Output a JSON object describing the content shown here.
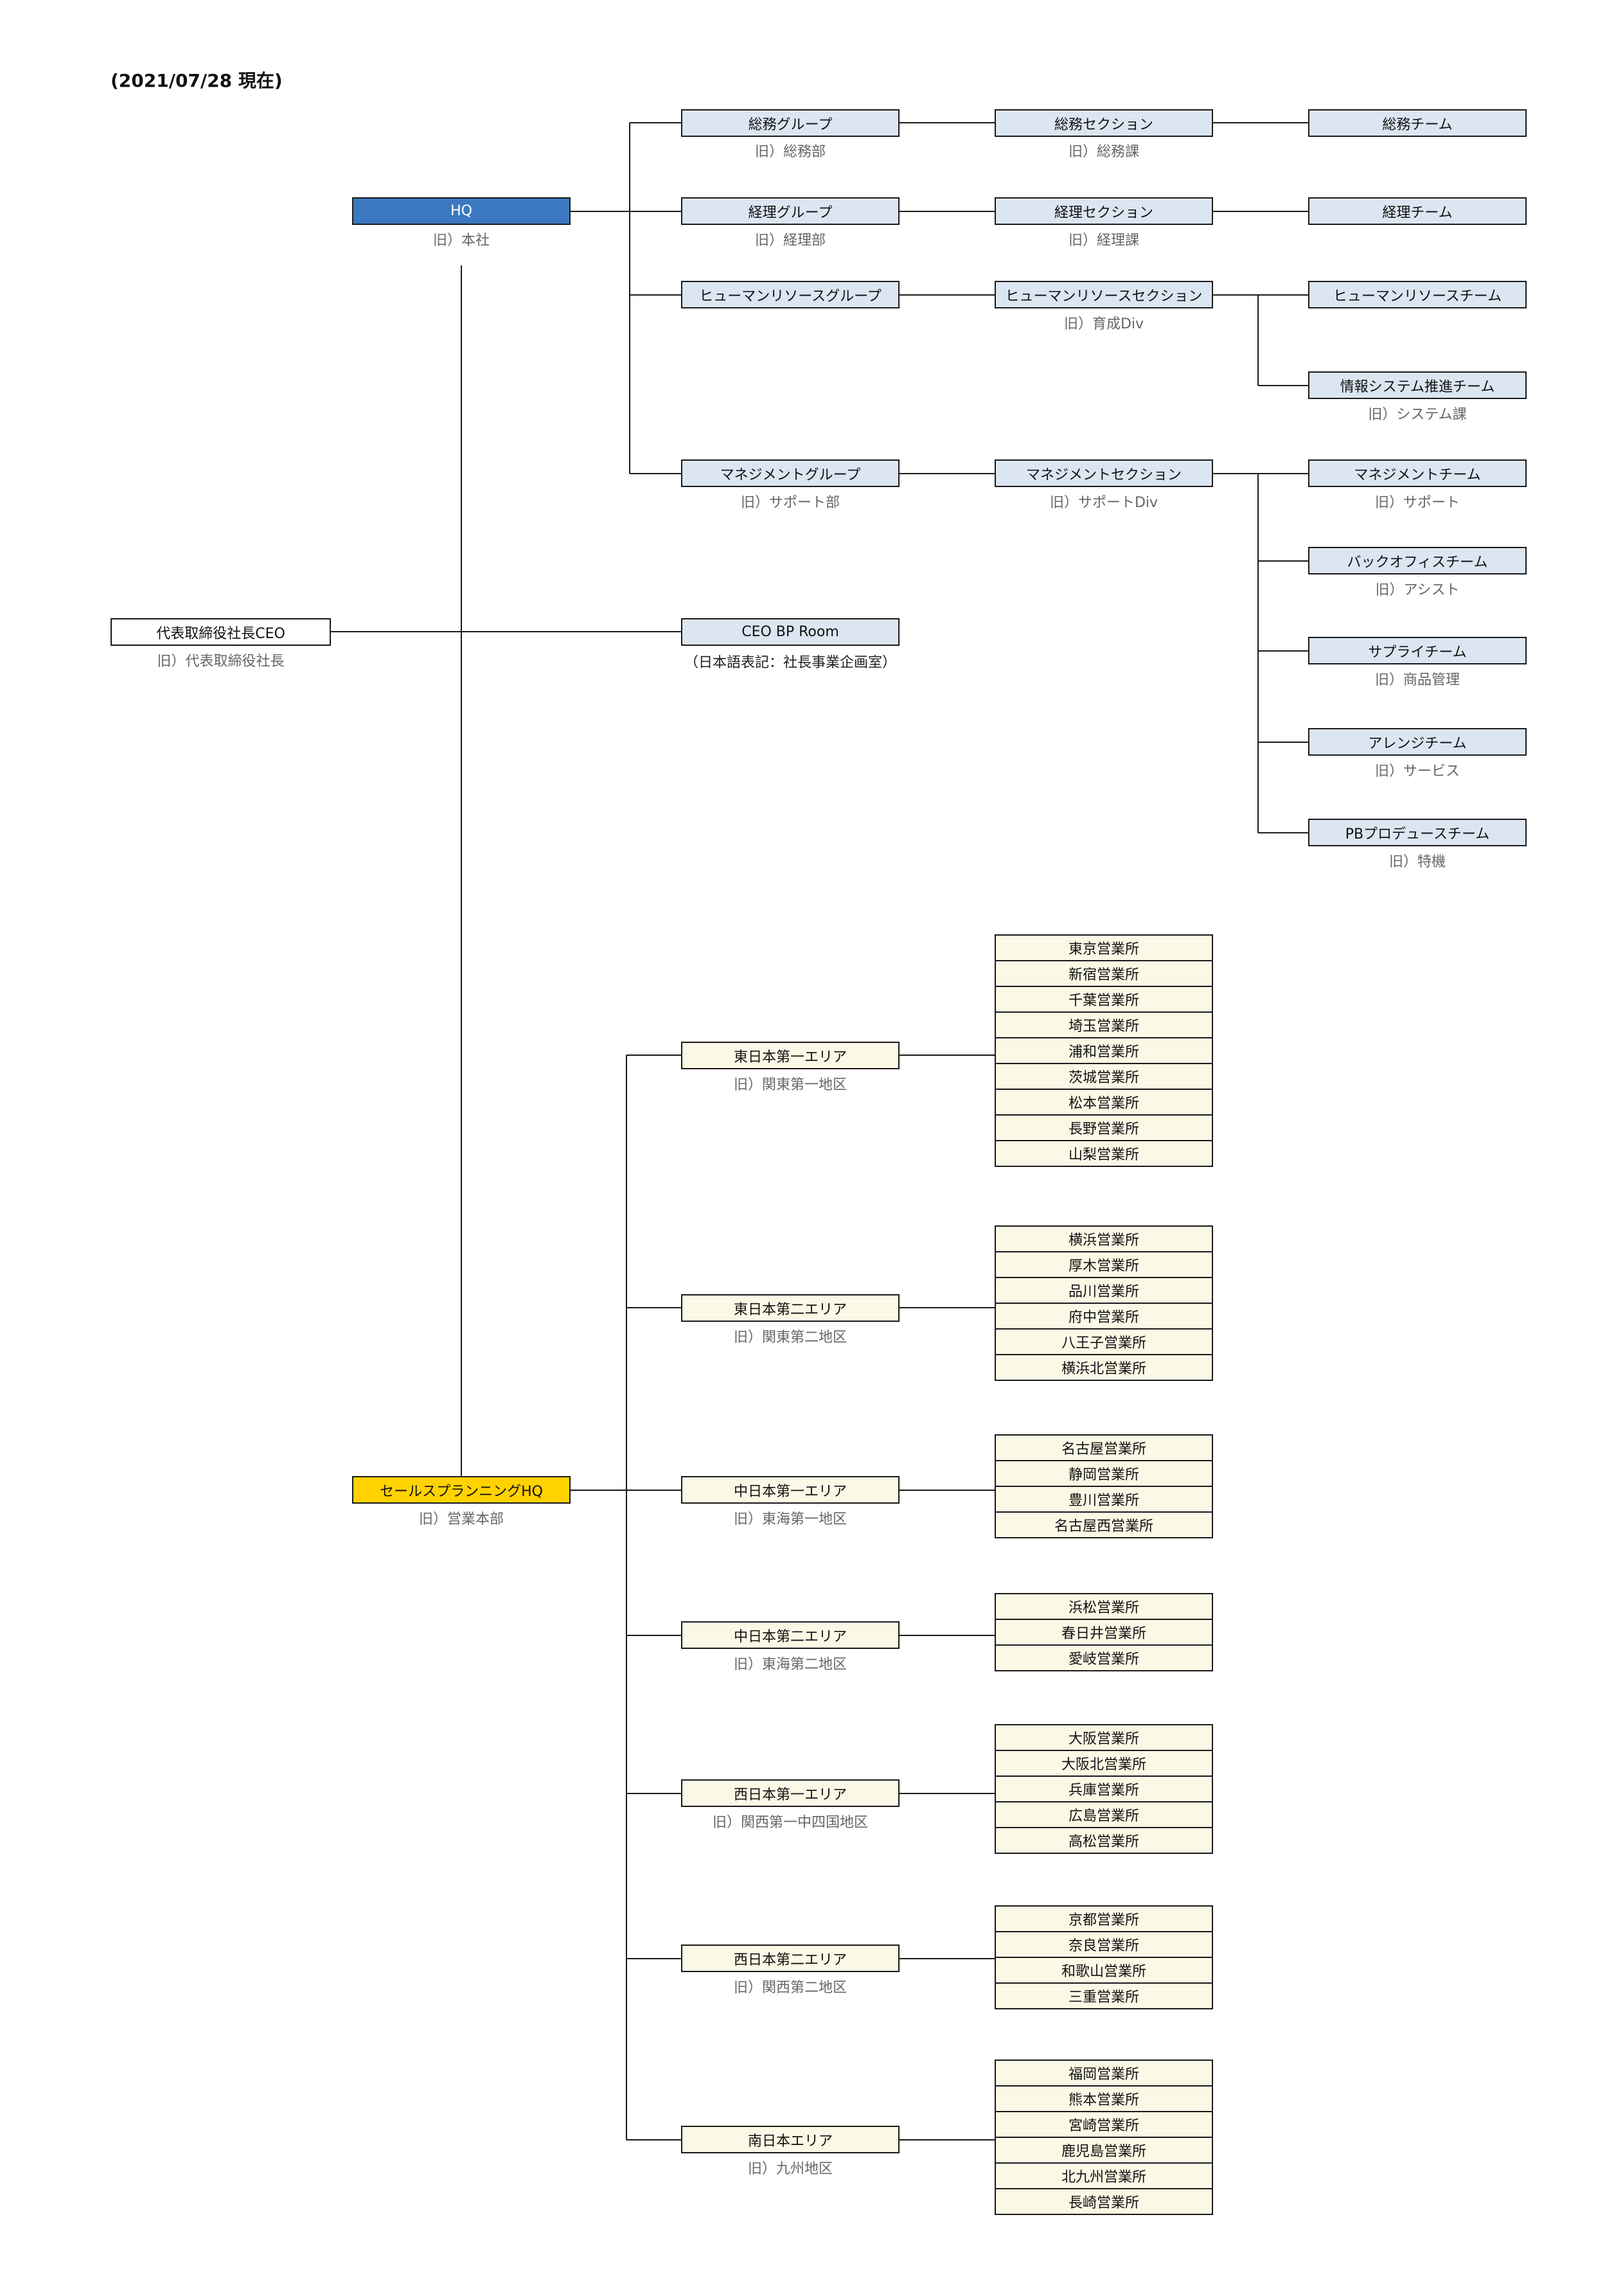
{
  "date_label": "(2021/07/28 現在)",
  "ceo": {
    "label": "代表取締役社長CEO",
    "note": "旧）代表取締役社長"
  },
  "hq": {
    "label": "HQ",
    "note": "旧）本社"
  },
  "sales_hq": {
    "label": "セールスプランニングHQ",
    "note": "旧）営業本部"
  },
  "ceo_room": {
    "label": "CEO BP Room",
    "note": "（日本語表記：社長事業企画室）"
  },
  "groups": [
    {
      "label": "総務グループ",
      "note": "旧）総務部"
    },
    {
      "label": "経理グループ",
      "note": "旧）経理部"
    },
    {
      "label": "ヒューマンリソースグループ",
      "note": ""
    },
    {
      "label": "マネジメントグループ",
      "note": "旧）サポート部"
    }
  ],
  "sections": [
    {
      "label": "総務セクション",
      "note": "旧）総務課"
    },
    {
      "label": "経理セクション",
      "note": "旧）経理課"
    },
    {
      "label": "ヒューマンリソースセクション",
      "note": "旧）育成Div"
    },
    {
      "label": "マネジメントセクション",
      "note": "旧）サポートDiv"
    }
  ],
  "teams": [
    {
      "label": "総務チーム",
      "note": ""
    },
    {
      "label": "経理チーム",
      "note": ""
    },
    {
      "label": "ヒューマンリソースチーム",
      "note": ""
    },
    {
      "label": "情報システム推進チーム",
      "note": "旧）システム課"
    },
    {
      "label": "マネジメントチーム",
      "note": "旧）サポート"
    },
    {
      "label": "バックオフィスチーム",
      "note": "旧）アシスト"
    },
    {
      "label": "サプライチーム",
      "note": "旧）商品管理"
    },
    {
      "label": "アレンジチーム",
      "note": "旧）サービス"
    },
    {
      "label": "PBプロデュースチーム",
      "note": "旧）特機"
    }
  ],
  "areas": [
    {
      "label": "東日本第一エリア",
      "note": "旧）関東第一地区",
      "offices": [
        "東京営業所",
        "新宿営業所",
        "千葉営業所",
        "埼玉営業所",
        "浦和営業所",
        "茨城営業所",
        "松本営業所",
        "長野営業所",
        "山梨営業所"
      ]
    },
    {
      "label": "東日本第二エリア",
      "note": "旧）関東第二地区",
      "offices": [
        "横浜営業所",
        "厚木営業所",
        "品川営業所",
        "府中営業所",
        "八王子営業所",
        "横浜北営業所"
      ]
    },
    {
      "label": "中日本第一エリア",
      "note": "旧）東海第一地区",
      "offices": [
        "名古屋営業所",
        "静岡営業所",
        "豊川営業所",
        "名古屋西営業所"
      ]
    },
    {
      "label": "中日本第二エリア",
      "note": "旧）東海第二地区",
      "offices": [
        "浜松営業所",
        "春日井営業所",
        "愛岐営業所"
      ]
    },
    {
      "label": "西日本第一エリア",
      "note": "旧）関西第一中四国地区",
      "offices": [
        "大阪営業所",
        "大阪北営業所",
        "兵庫営業所",
        "広島営業所",
        "高松営業所"
      ]
    },
    {
      "label": "西日本第二エリア",
      "note": "旧）関西第二地区",
      "offices": [
        "京都営業所",
        "奈良営業所",
        "和歌山営業所",
        "三重営業所"
      ]
    },
    {
      "label": "南日本エリア",
      "note": "旧）九州地区",
      "offices": [
        "福岡営業所",
        "熊本営業所",
        "宮崎営業所",
        "鹿児島営業所",
        "北九州営業所",
        "長崎営業所"
      ]
    }
  ]
}
